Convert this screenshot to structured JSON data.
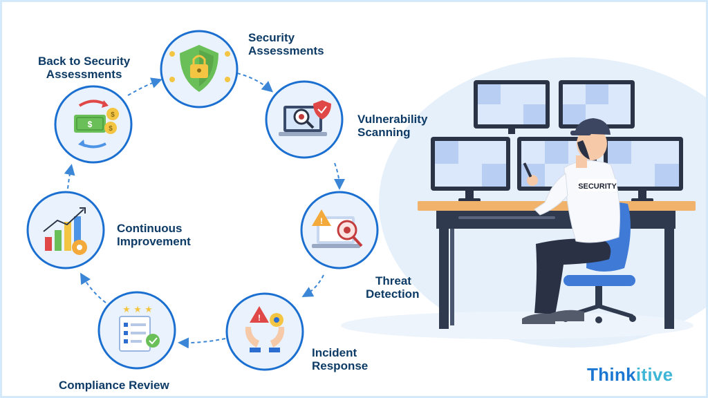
{
  "cycle": {
    "steps": [
      {
        "id": "security-assessments",
        "lines": [
          "Security",
          "Assessments"
        ],
        "icon": "shield-lock-icon"
      },
      {
        "id": "vulnerability-scanning",
        "lines": [
          "Vulnerability",
          "Scanning"
        ],
        "icon": "laptop-bug-scan-icon"
      },
      {
        "id": "threat-detection",
        "lines": [
          "Threat",
          "Detection"
        ],
        "icon": "warning-magnifier-icon"
      },
      {
        "id": "incident-response",
        "lines": [
          "Incident",
          "Response"
        ],
        "icon": "hands-alert-gear-icon"
      },
      {
        "id": "compliance-review",
        "lines": [
          "Compliance Review"
        ],
        "icon": "checklist-stars-icon"
      },
      {
        "id": "continuous-improvement",
        "lines": [
          "Continuous",
          "Improvement"
        ],
        "icon": "growth-chart-gear-icon"
      },
      {
        "id": "back-to-security-assessments",
        "lines": [
          "Back to Security",
          "Assessments"
        ],
        "icon": "money-exchange-icon"
      }
    ]
  },
  "illustration": {
    "badge_text": "SECURITY",
    "figure": "security-guard-monitoring-screens"
  },
  "brand": {
    "part1": "Think",
    "part2": "itive"
  },
  "colors": {
    "circle_border": "#1b6fd0",
    "circle_fill": "#eaf3fd",
    "arrow": "#3b86d6",
    "label": "#0d3b66",
    "backdrop": "#e6f0fb",
    "desk": "#f1b36b"
  }
}
